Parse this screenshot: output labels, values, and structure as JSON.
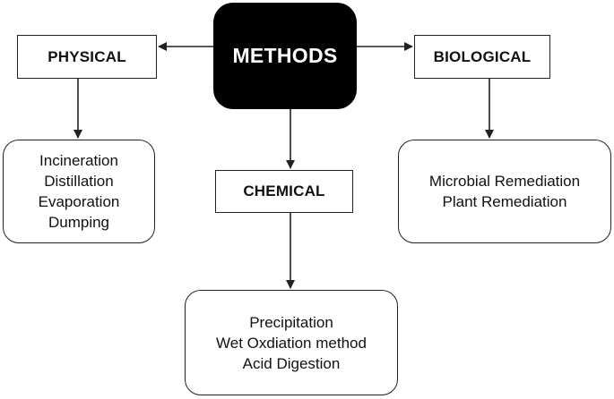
{
  "root": {
    "label": "METHODS"
  },
  "branches": [
    {
      "category": "PHYSICAL",
      "items": [
        "Incineration",
        "Distillation",
        "Evaporation",
        "Dumping"
      ]
    },
    {
      "category": "CHEMICAL",
      "items": [
        "Precipitation",
        "Wet Oxdiation method",
        "Acid Digestion"
      ]
    },
    {
      "category": "BIOLOGICAL",
      "items": [
        "Microbial Remediation",
        "Plant Remediation"
      ]
    }
  ],
  "colors": {
    "root_fill": "#000000",
    "root_text": "#ffffff",
    "stroke": "#222222",
    "text": "#111111"
  }
}
